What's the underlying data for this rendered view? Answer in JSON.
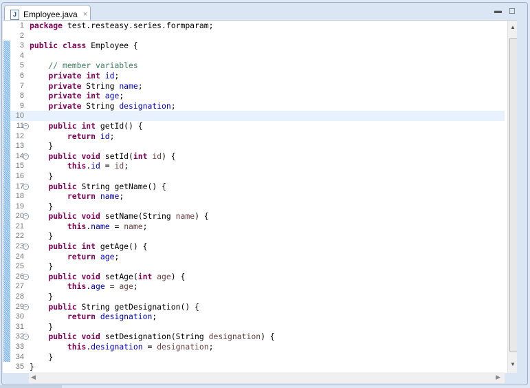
{
  "tab": {
    "title": "Employee.java",
    "icon": "java-file-icon",
    "close": "×"
  },
  "current_line": 10,
  "lines": [
    {
      "n": "1",
      "t": [
        [
          "kw",
          "package"
        ],
        [
          "tx",
          " test.resteasy.series.formparam;"
        ]
      ]
    },
    {
      "n": "2",
      "t": []
    },
    {
      "n": "3",
      "t": [
        [
          "kw",
          "public"
        ],
        [
          "tx",
          " "
        ],
        [
          "kw",
          "class"
        ],
        [
          "tx",
          " Employee {"
        ]
      ]
    },
    {
      "n": "4",
      "t": []
    },
    {
      "n": "5",
      "t": [
        [
          "tx",
          "    "
        ],
        [
          "cm",
          "// member variables"
        ]
      ]
    },
    {
      "n": "6",
      "t": [
        [
          "tx",
          "    "
        ],
        [
          "kw",
          "private"
        ],
        [
          "tx",
          " "
        ],
        [
          "kw",
          "int"
        ],
        [
          "tx",
          " "
        ],
        [
          "fd",
          "id"
        ],
        [
          "tx",
          ";"
        ]
      ]
    },
    {
      "n": "7",
      "t": [
        [
          "tx",
          "    "
        ],
        [
          "kw",
          "private"
        ],
        [
          "tx",
          " String "
        ],
        [
          "fd",
          "name"
        ],
        [
          "tx",
          ";"
        ]
      ]
    },
    {
      "n": "8",
      "t": [
        [
          "tx",
          "    "
        ],
        [
          "kw",
          "private"
        ],
        [
          "tx",
          " "
        ],
        [
          "kw",
          "int"
        ],
        [
          "tx",
          " "
        ],
        [
          "fd",
          "age"
        ],
        [
          "tx",
          ";"
        ]
      ]
    },
    {
      "n": "9",
      "t": [
        [
          "tx",
          "    "
        ],
        [
          "kw",
          "private"
        ],
        [
          "tx",
          " String "
        ],
        [
          "fd",
          "designation"
        ],
        [
          "tx",
          ";"
        ]
      ]
    },
    {
      "n": "10",
      "t": []
    },
    {
      "n": "11",
      "f": true,
      "t": [
        [
          "tx",
          "    "
        ],
        [
          "kw",
          "public"
        ],
        [
          "tx",
          " "
        ],
        [
          "kw",
          "int"
        ],
        [
          "tx",
          " getId() {"
        ]
      ]
    },
    {
      "n": "12",
      "t": [
        [
          "tx",
          "        "
        ],
        [
          "kw",
          "return"
        ],
        [
          "tx",
          " "
        ],
        [
          "fd",
          "id"
        ],
        [
          "tx",
          ";"
        ]
      ]
    },
    {
      "n": "13",
      "t": [
        [
          "tx",
          "    }"
        ]
      ]
    },
    {
      "n": "14",
      "f": true,
      "t": [
        [
          "tx",
          "    "
        ],
        [
          "kw",
          "public"
        ],
        [
          "tx",
          " "
        ],
        [
          "kw",
          "void"
        ],
        [
          "tx",
          " setId("
        ],
        [
          "kw",
          "int"
        ],
        [
          "tx",
          " "
        ],
        [
          "pm",
          "id"
        ],
        [
          "tx",
          ") {"
        ]
      ]
    },
    {
      "n": "15",
      "t": [
        [
          "tx",
          "        "
        ],
        [
          "kw",
          "this"
        ],
        [
          "tx",
          "."
        ],
        [
          "fd",
          "id"
        ],
        [
          "tx",
          " = "
        ],
        [
          "pm",
          "id"
        ],
        [
          "tx",
          ";"
        ]
      ]
    },
    {
      "n": "16",
      "t": [
        [
          "tx",
          "    }"
        ]
      ]
    },
    {
      "n": "17",
      "f": true,
      "t": [
        [
          "tx",
          "    "
        ],
        [
          "kw",
          "public"
        ],
        [
          "tx",
          " String getName() {"
        ]
      ]
    },
    {
      "n": "18",
      "t": [
        [
          "tx",
          "        "
        ],
        [
          "kw",
          "return"
        ],
        [
          "tx",
          " "
        ],
        [
          "fd",
          "name"
        ],
        [
          "tx",
          ";"
        ]
      ]
    },
    {
      "n": "19",
      "t": [
        [
          "tx",
          "    }"
        ]
      ]
    },
    {
      "n": "20",
      "f": true,
      "t": [
        [
          "tx",
          "    "
        ],
        [
          "kw",
          "public"
        ],
        [
          "tx",
          " "
        ],
        [
          "kw",
          "void"
        ],
        [
          "tx",
          " setName(String "
        ],
        [
          "pm",
          "name"
        ],
        [
          "tx",
          ") {"
        ]
      ]
    },
    {
      "n": "21",
      "t": [
        [
          "tx",
          "        "
        ],
        [
          "kw",
          "this"
        ],
        [
          "tx",
          "."
        ],
        [
          "fd",
          "name"
        ],
        [
          "tx",
          " = "
        ],
        [
          "pm",
          "name"
        ],
        [
          "tx",
          ";"
        ]
      ]
    },
    {
      "n": "22",
      "t": [
        [
          "tx",
          "    }"
        ]
      ]
    },
    {
      "n": "23",
      "f": true,
      "t": [
        [
          "tx",
          "    "
        ],
        [
          "kw",
          "public"
        ],
        [
          "tx",
          " "
        ],
        [
          "kw",
          "int"
        ],
        [
          "tx",
          " getAge() {"
        ]
      ]
    },
    {
      "n": "24",
      "t": [
        [
          "tx",
          "        "
        ],
        [
          "kw",
          "return"
        ],
        [
          "tx",
          " "
        ],
        [
          "fd",
          "age"
        ],
        [
          "tx",
          ";"
        ]
      ]
    },
    {
      "n": "25",
      "t": [
        [
          "tx",
          "    }"
        ]
      ]
    },
    {
      "n": "26",
      "f": true,
      "t": [
        [
          "tx",
          "    "
        ],
        [
          "kw",
          "public"
        ],
        [
          "tx",
          " "
        ],
        [
          "kw",
          "void"
        ],
        [
          "tx",
          " setAge("
        ],
        [
          "kw",
          "int"
        ],
        [
          "tx",
          " "
        ],
        [
          "pm",
          "age"
        ],
        [
          "tx",
          ") {"
        ]
      ]
    },
    {
      "n": "27",
      "t": [
        [
          "tx",
          "        "
        ],
        [
          "kw",
          "this"
        ],
        [
          "tx",
          "."
        ],
        [
          "fd",
          "age"
        ],
        [
          "tx",
          " = "
        ],
        [
          "pm",
          "age"
        ],
        [
          "tx",
          ";"
        ]
      ]
    },
    {
      "n": "28",
      "t": [
        [
          "tx",
          "    }"
        ]
      ]
    },
    {
      "n": "29",
      "f": true,
      "t": [
        [
          "tx",
          "    "
        ],
        [
          "kw",
          "public"
        ],
        [
          "tx",
          " String getDesignation() {"
        ]
      ]
    },
    {
      "n": "30",
      "t": [
        [
          "tx",
          "        "
        ],
        [
          "kw",
          "return"
        ],
        [
          "tx",
          " "
        ],
        [
          "fd",
          "designation"
        ],
        [
          "tx",
          ";"
        ]
      ]
    },
    {
      "n": "31",
      "t": [
        [
          "tx",
          "    }"
        ]
      ]
    },
    {
      "n": "32",
      "f": true,
      "t": [
        [
          "tx",
          "    "
        ],
        [
          "kw",
          "public"
        ],
        [
          "tx",
          " "
        ],
        [
          "kw",
          "void"
        ],
        [
          "tx",
          " setDesignation(String "
        ],
        [
          "pm",
          "designation"
        ],
        [
          "tx",
          ") {"
        ]
      ]
    },
    {
      "n": "33",
      "t": [
        [
          "tx",
          "        "
        ],
        [
          "kw",
          "this"
        ],
        [
          "tx",
          "."
        ],
        [
          "fd",
          "designation"
        ],
        [
          "tx",
          " = "
        ],
        [
          "pm",
          "designation"
        ],
        [
          "tx",
          ";"
        ]
      ]
    },
    {
      "n": "34",
      "t": [
        [
          "tx",
          "    }"
        ]
      ]
    },
    {
      "n": "35",
      "t": [
        [
          "tx",
          "}"
        ]
      ]
    }
  ],
  "colors": {
    "keyword": "#7f0055",
    "field": "#0000c0",
    "parameter": "#6a3e3e",
    "comment": "#3f7f5f",
    "current_line": "#e8f2fe"
  }
}
